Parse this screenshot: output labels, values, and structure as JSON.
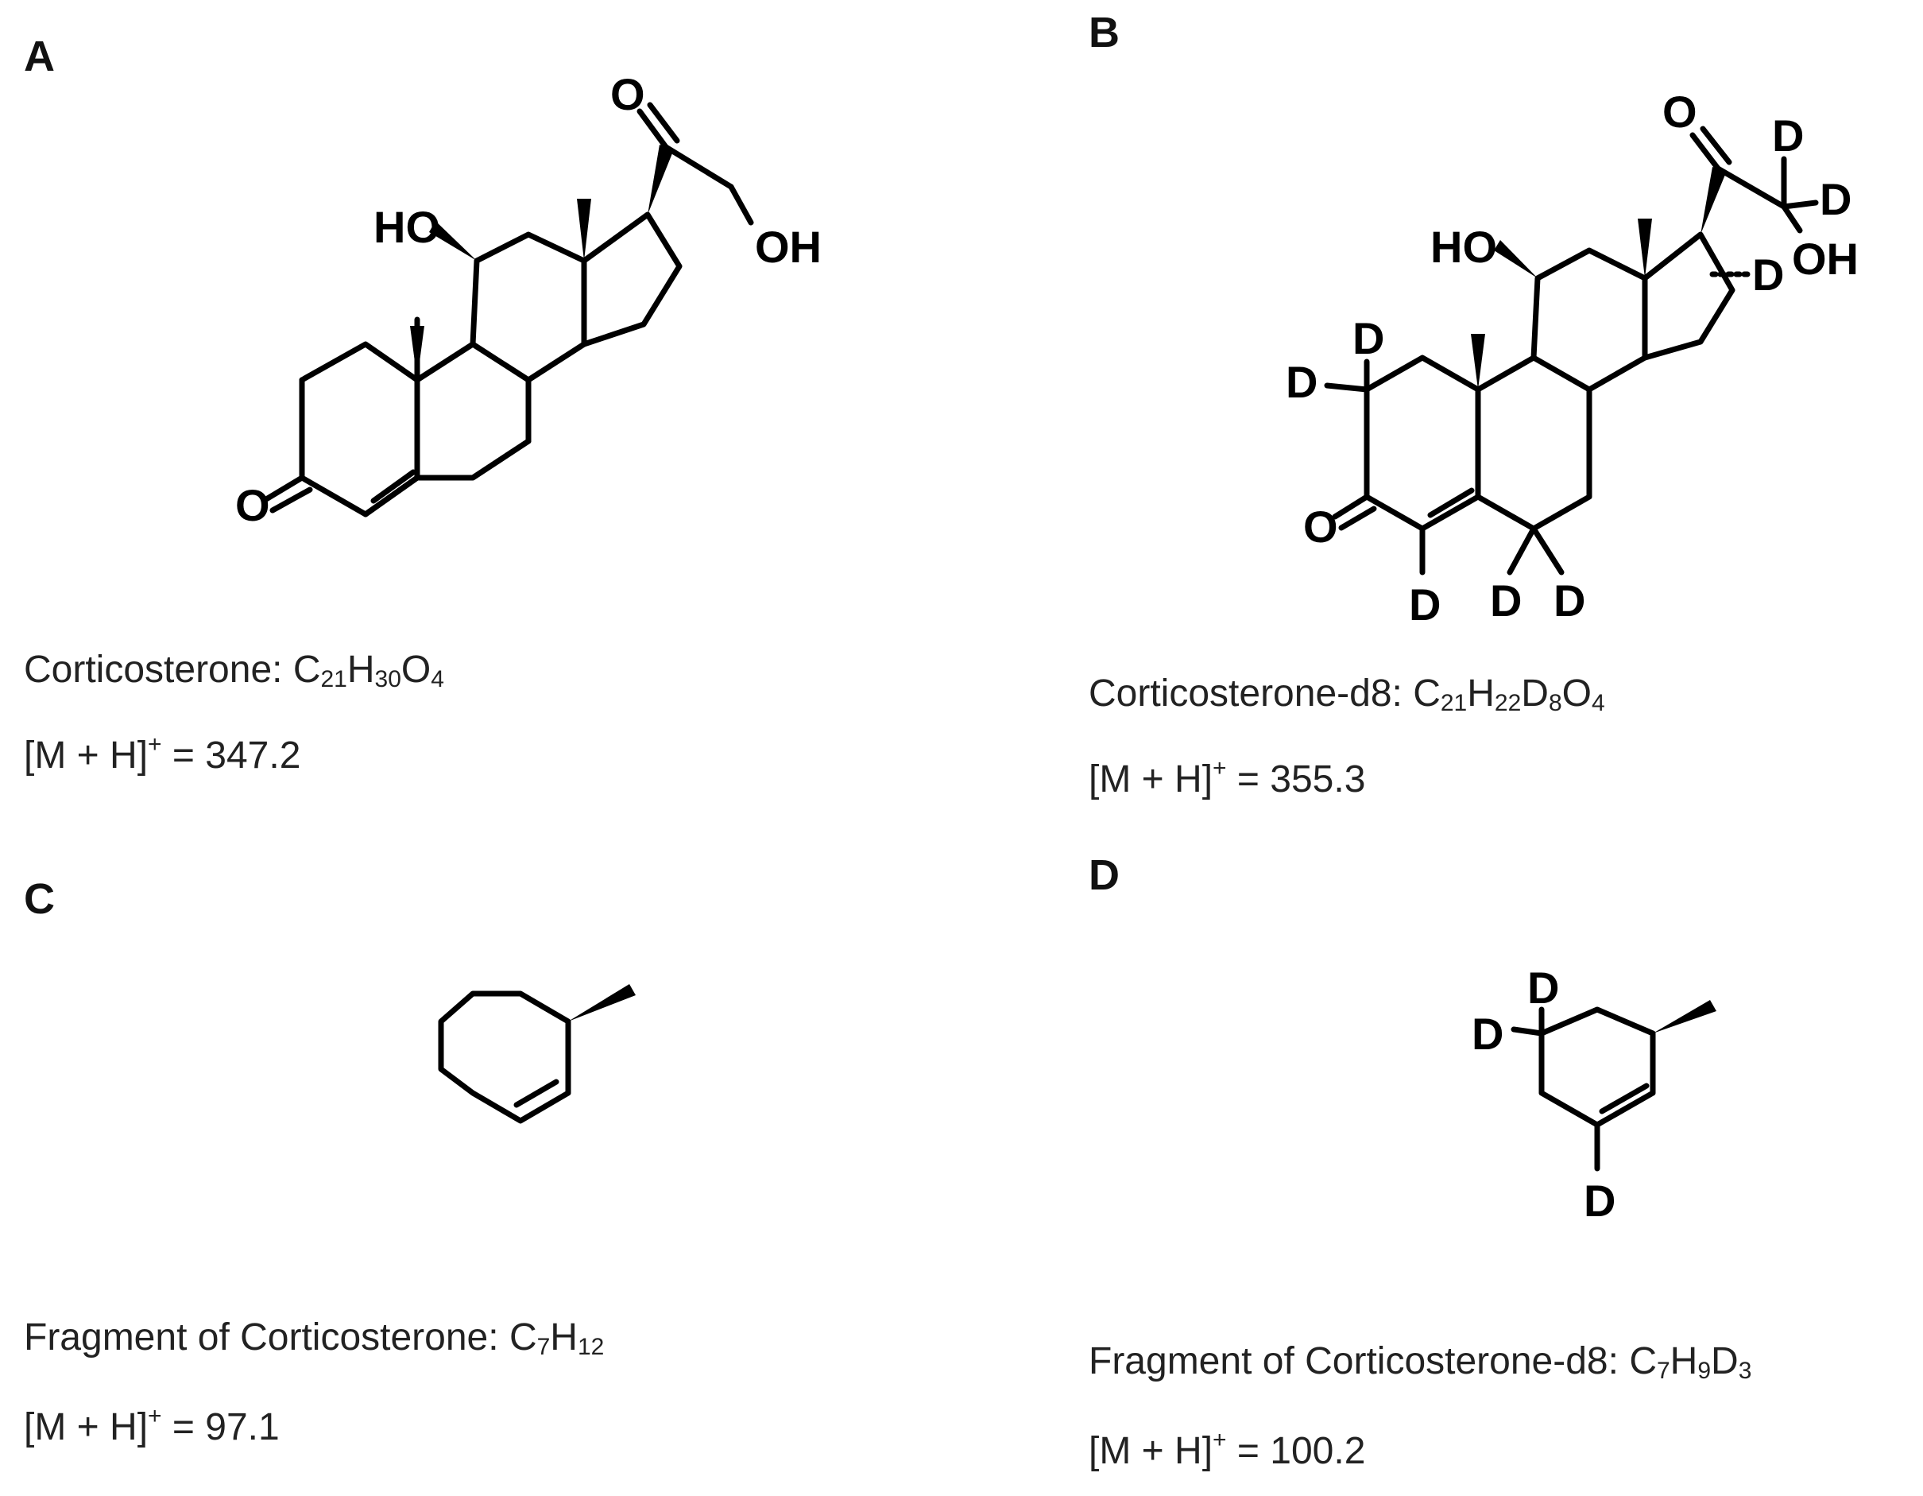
{
  "panels": {
    "A": {
      "letter": "A",
      "name": "Corticosterone:",
      "formula": [
        [
          "C",
          "21"
        ],
        [
          "H",
          "30"
        ],
        [
          "O",
          "4"
        ]
      ],
      "ion_label": "[M + H]",
      "ion_charge": "+",
      "ion_value": "= 347.2",
      "atoms": {
        "ho": "HO",
        "o_top": "O",
        "oh": "OH",
        "o_ketone": "O"
      }
    },
    "B": {
      "letter": "B",
      "name": "Corticosterone-d8:",
      "formula": [
        [
          "C",
          "21"
        ],
        [
          "H",
          "22"
        ],
        [
          "D",
          "8"
        ],
        [
          "O",
          "4"
        ]
      ],
      "ion_label": "[M + H]",
      "ion_charge": "+",
      "ion_value": "= 355.3",
      "atoms": {
        "ho": "HO",
        "o_top": "O",
        "oh": "OH",
        "o_ketone": "O",
        "d": "D"
      }
    },
    "C": {
      "letter": "C",
      "name": "Fragment of Corticosterone:",
      "formula": [
        [
          "C",
          "7"
        ],
        [
          "H",
          "12"
        ]
      ],
      "ion_label": "[M + H]",
      "ion_charge": "+",
      "ion_value": "= 97.1"
    },
    "D": {
      "letter": "D",
      "name": "Fragment of Corticosterone-d8:",
      "formula": [
        [
          "C",
          "7"
        ],
        [
          "H",
          "9"
        ],
        [
          "D",
          "3"
        ]
      ],
      "ion_label": "[M + H]",
      "ion_charge": "+",
      "ion_value": "= 100.2",
      "atoms": {
        "d": "D"
      }
    }
  }
}
